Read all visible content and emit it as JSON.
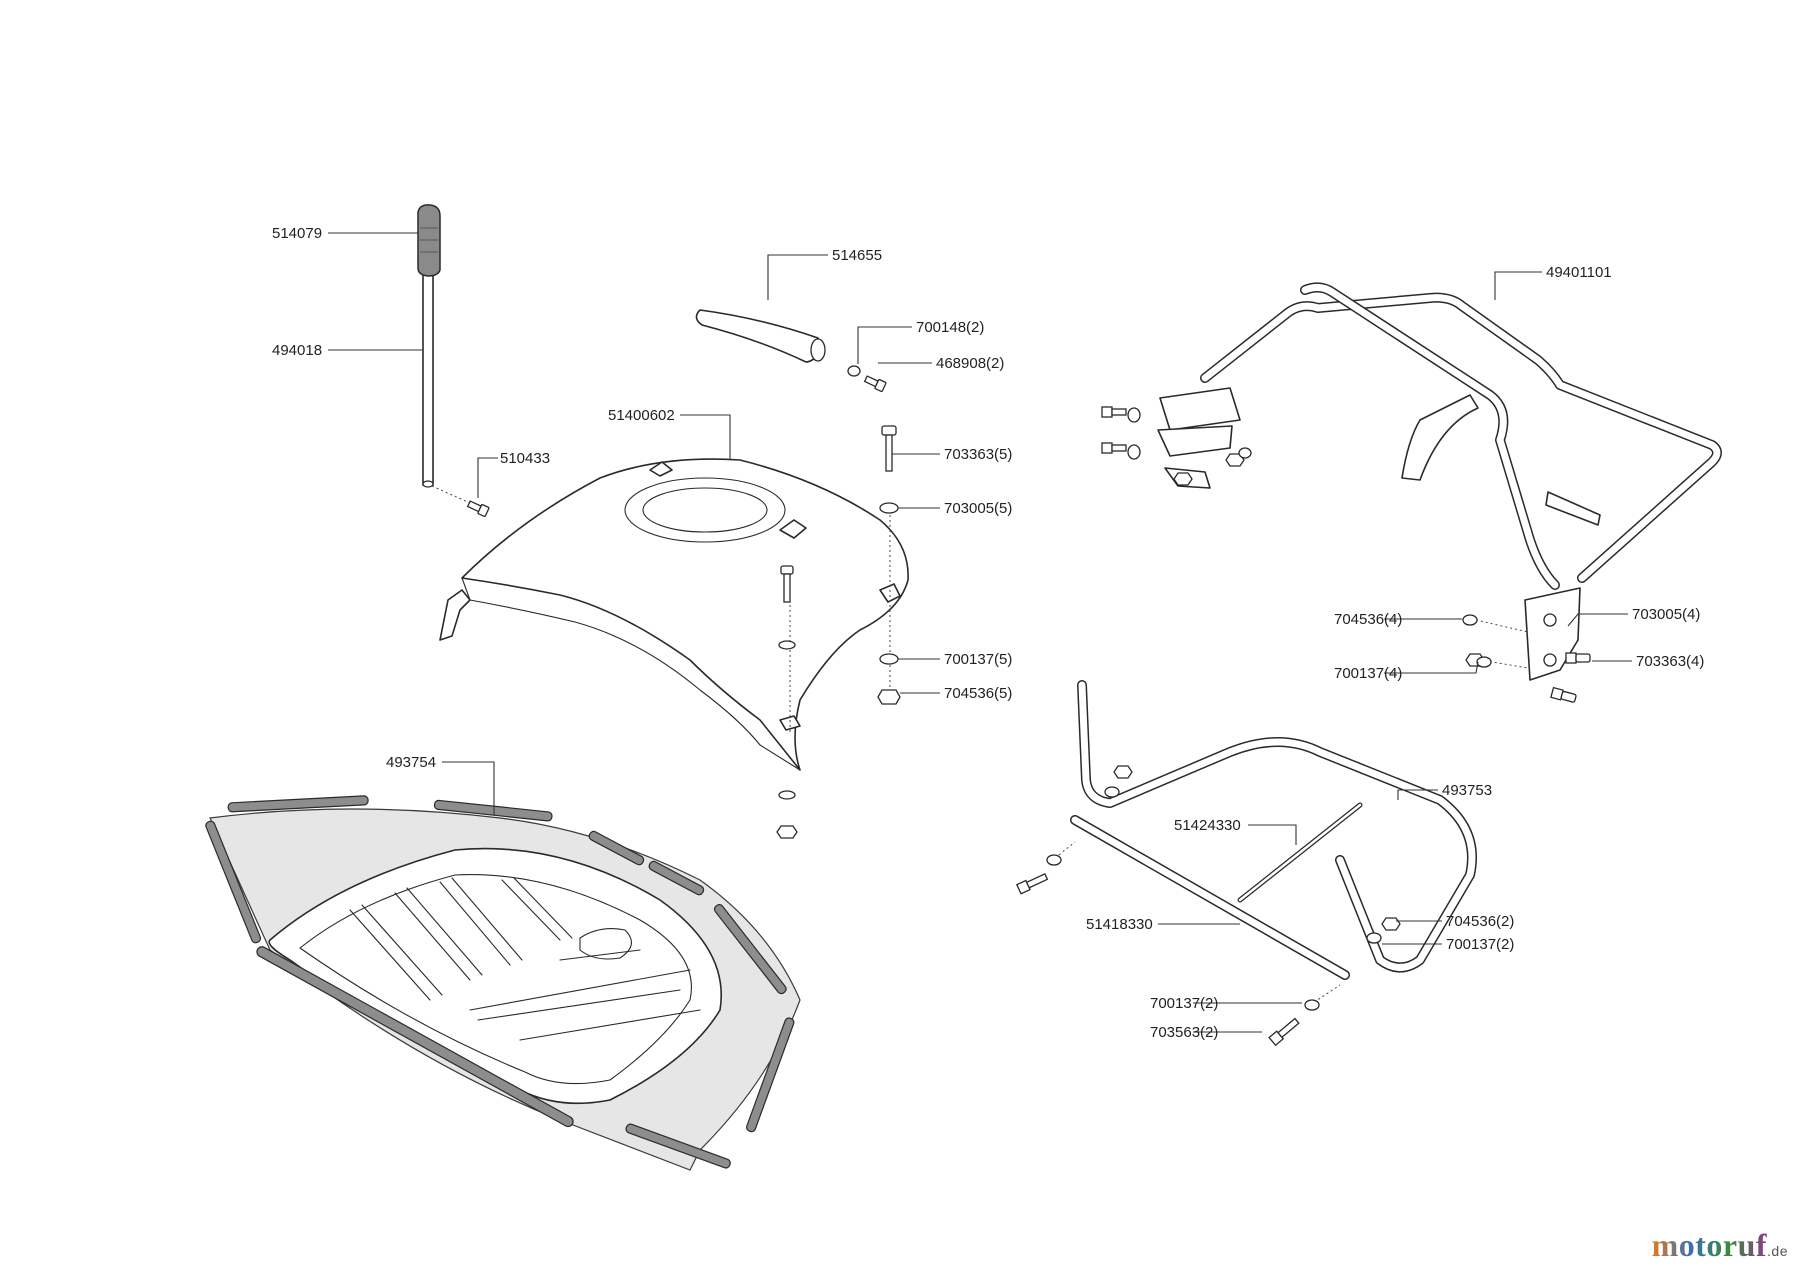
{
  "diagram": {
    "parts": {
      "p514079": "514079",
      "p494018": "494018",
      "p510433": "510433",
      "p514655": "514655",
      "p700148": "700148(2)",
      "p468908": "468908(2)",
      "p51400602": "51400602",
      "p703363_5": "703363(5)",
      "p703005_5": "703005(5)",
      "p700137_5": "700137(5)",
      "p704536_5": "704536(5)",
      "p49401101": "49401101",
      "p704536_4": "704536(4)",
      "p703005_4": "703005(4)",
      "p700137_4": "700137(4)",
      "p703363_4": "703363(4)",
      "p493754": "493754",
      "p493753": "493753",
      "p51424330": "51424330",
      "p51418330": "51418330",
      "p704536_2": "704536(2)",
      "p700137_2a": "700137(2)",
      "p700137_2b": "700137(2)",
      "p703563_2": "703563(2)"
    }
  },
  "watermark": {
    "brand": "motoruf",
    "tld": ".de"
  }
}
